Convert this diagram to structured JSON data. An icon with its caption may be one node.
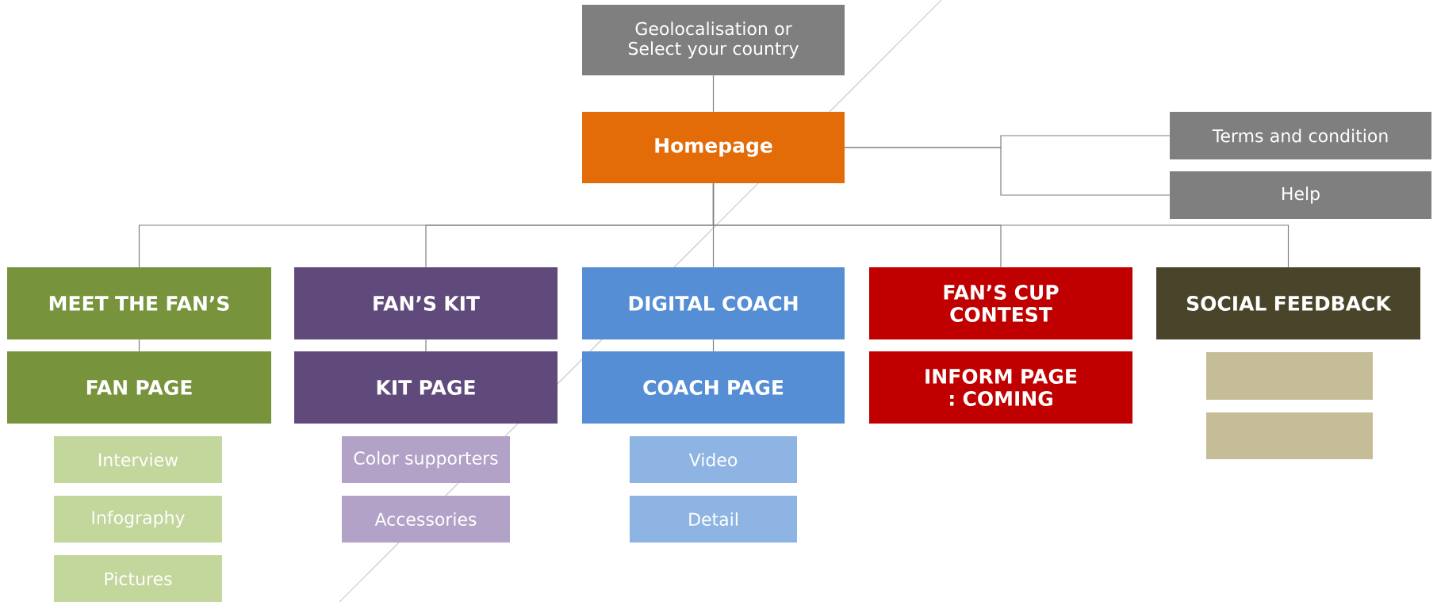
{
  "diagram": {
    "nodes": [
      {
        "text": [
          "Geolocalisation or Select your country"
        ]
      },
      {
        "text": [
          "Homepage"
        ]
      },
      {
        "text": [
          "Terms and condition"
        ]
      },
      {
        "text": [
          "Help"
        ]
      },
      {
        "text": [
          "MEET THE FAN’S"
        ]
      },
      {
        "text": [
          "FAN’S KIT"
        ]
      },
      {
        "text": [
          "DIGITAL COACH"
        ]
      },
      {
        "text": [
          "FAN’S CUP CONTEST"
        ]
      },
      {
        "text": [
          "SOCIAL FEEDBACK"
        ]
      },
      {
        "text": [
          "FAN PAGE"
        ]
      },
      {
        "text": [
          "KIT PAGE"
        ]
      },
      {
        "text": [
          "COACH PAGE"
        ]
      },
      {
        "text": [
          "INFORM PAGE : COMING"
        ]
      },
      {
        "text": [
          "Interview"
        ]
      },
      {
        "text": [
          "Infography"
        ]
      },
      {
        "text": [
          "Pictures"
        ]
      },
      {
        "text": [
          "Color supporters"
        ]
      },
      {
        "text": [
          "Accessories"
        ]
      },
      {
        "text": [
          "Video"
        ]
      },
      {
        "text": [
          "Detail"
        ]
      },
      {
        "text": [],
        "shape": "box"
      },
      {
        "text": [],
        "shape": "box"
      }
    ],
    "edges": [
      {
        "from": 0,
        "to": 1,
        "arrow": "none"
      },
      {
        "from": 1,
        "to": 2,
        "arrow": "none"
      },
      {
        "from": 1,
        "to": 3,
        "arrow": "none"
      },
      {
        "from": 1,
        "to": 4,
        "arrow": "none"
      },
      {
        "from": 1,
        "to": 5,
        "arrow": "none"
      },
      {
        "from": 1,
        "to": 6,
        "arrow": "none"
      },
      {
        "from": 1,
        "to": 7,
        "arrow": "none"
      },
      {
        "from": 1,
        "to": 8,
        "arrow": "none"
      },
      {
        "from": 4,
        "to": 9,
        "arrow": "none"
      },
      {
        "from": 5,
        "to": 10,
        "arrow": "none"
      },
      {
        "from": 6,
        "to": 11,
        "arrow": "none"
      }
    ]
  }
}
